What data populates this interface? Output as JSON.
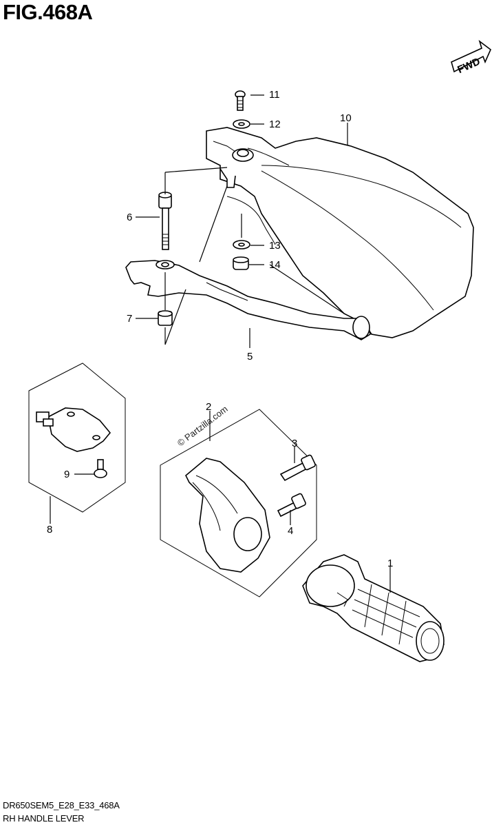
{
  "figure": {
    "title": "FIG.468A",
    "fwd_label": "FWD",
    "code": "DR650SEM5_E28_E33_468A",
    "subtitle": "RH HANDLE LEVER",
    "watermark": "© Partzilla.com"
  },
  "callouts": {
    "c1": "1",
    "c2": "2",
    "c3": "3",
    "c4": "4",
    "c5": "5",
    "c6": "6",
    "c7": "7",
    "c8": "8",
    "c9": "9",
    "c10": "10",
    "c11": "11",
    "c12": "12",
    "c13": "13",
    "c14": "14"
  }
}
